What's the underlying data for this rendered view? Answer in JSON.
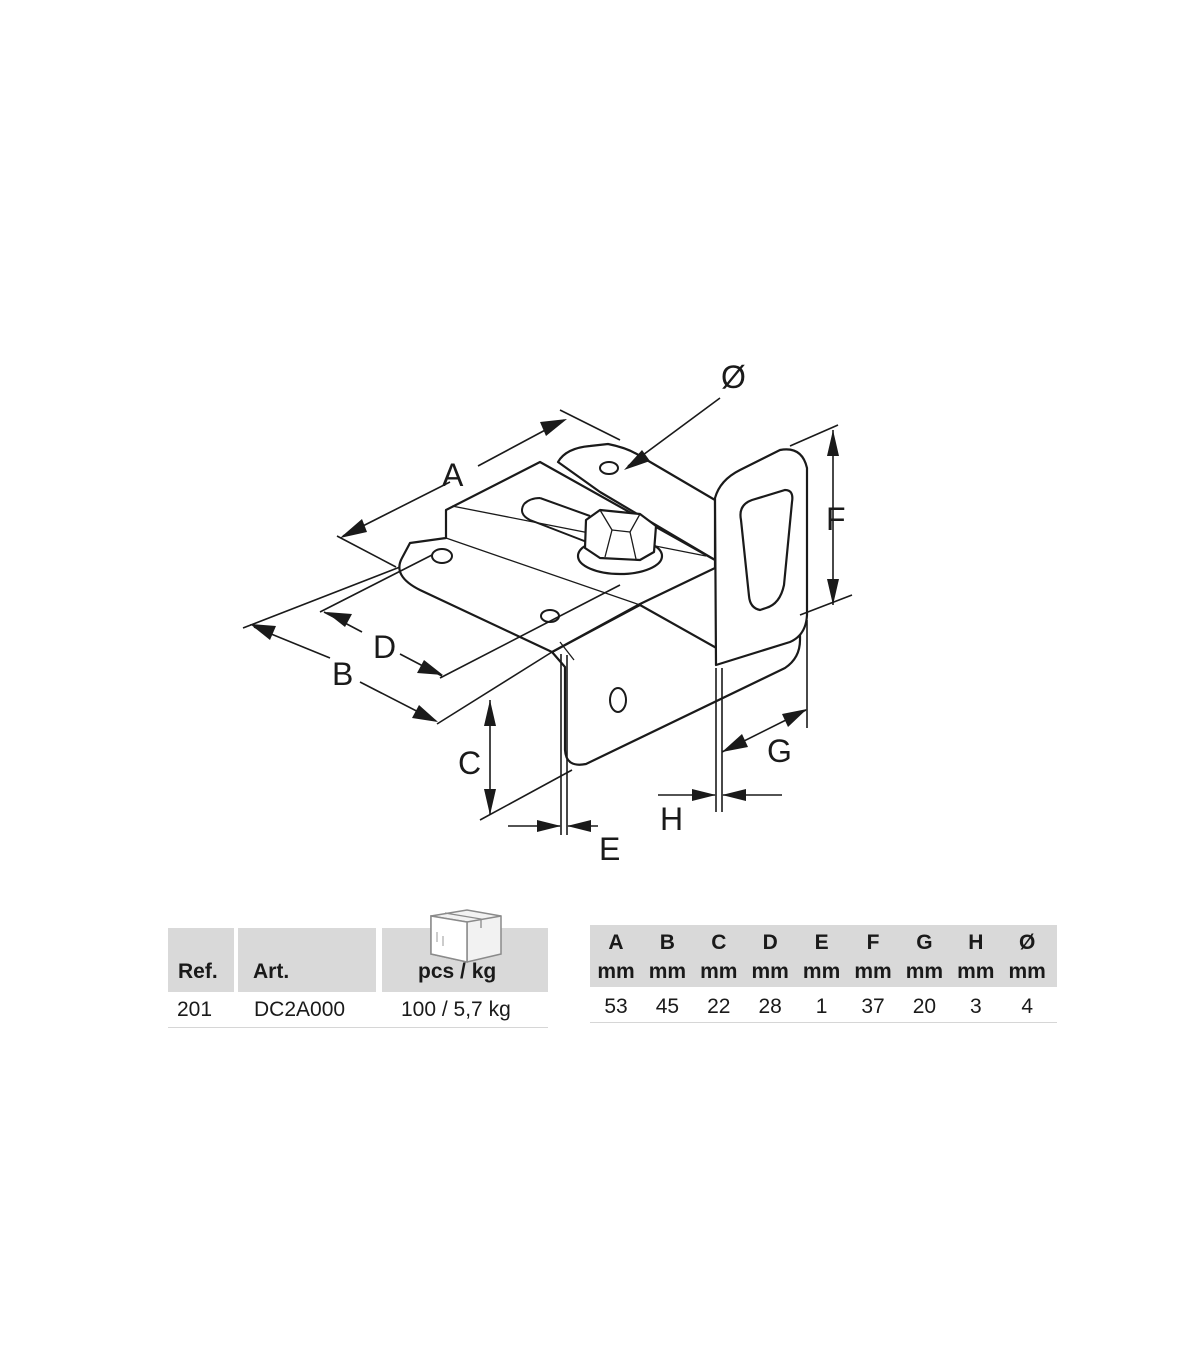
{
  "dimension_labels": {
    "a": "A",
    "b": "B",
    "c": "C",
    "d": "D",
    "e": "E",
    "f": "F",
    "g": "G",
    "h": "H",
    "diameter": "Ø"
  },
  "article_table": {
    "headers": {
      "ref": "Ref.",
      "art": "Art.",
      "pack": "pcs / kg"
    },
    "row": {
      "ref": "201",
      "art": "DC2A000",
      "pack": "100 / 5,7 kg"
    }
  },
  "dimension_table": {
    "columns": [
      {
        "letter": "A",
        "unit": "mm",
        "value": "53"
      },
      {
        "letter": "B",
        "unit": "mm",
        "value": "45"
      },
      {
        "letter": "C",
        "unit": "mm",
        "value": "22"
      },
      {
        "letter": "D",
        "unit": "mm",
        "value": "28"
      },
      {
        "letter": "E",
        "unit": "mm",
        "value": "1"
      },
      {
        "letter": "F",
        "unit": "mm",
        "value": "37"
      },
      {
        "letter": "G",
        "unit": "mm",
        "value": "20"
      },
      {
        "letter": "H",
        "unit": "mm",
        "value": "3"
      },
      {
        "letter": "Ø",
        "unit": "mm",
        "value": "4"
      }
    ]
  },
  "icons": {
    "package": "cardboard-box-icon"
  }
}
